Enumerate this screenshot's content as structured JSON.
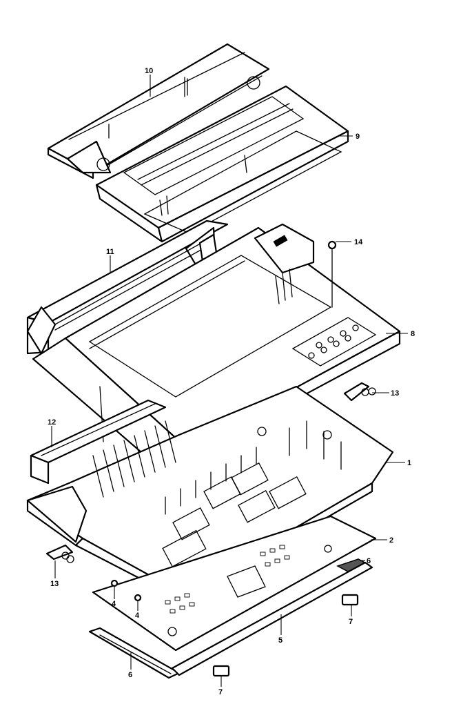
{
  "callouts": {
    "c1": "1",
    "c2": "2",
    "c4a": "4",
    "c4b": "4",
    "c5": "5",
    "c6a": "6",
    "c6b": "6",
    "c7a": "7",
    "c7b": "7",
    "c8": "8",
    "c9": "9",
    "c10": "10",
    "c11": "11",
    "c12": "12",
    "c13a": "13",
    "c13b": "13",
    "c14": "14"
  }
}
